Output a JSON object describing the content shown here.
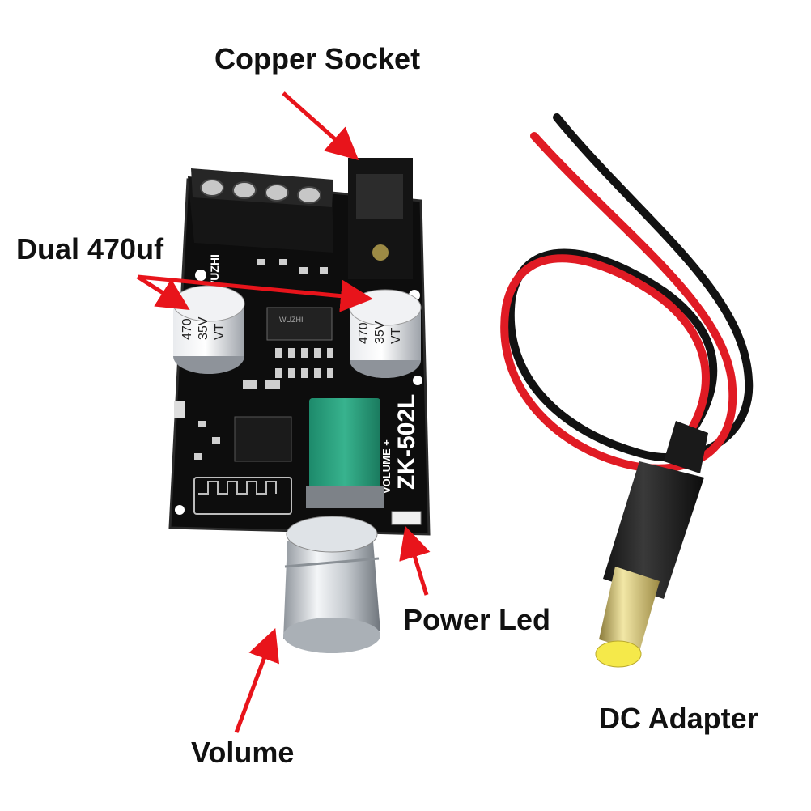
{
  "labels": {
    "copper_socket": "Copper Socket",
    "dual_cap": "Dual 470uf",
    "power_led": "Power Led",
    "volume": "Volume",
    "dc_adapter": "DC Adapter"
  },
  "board": {
    "model": "ZK-502L",
    "volume_mark": "VOLUME +",
    "brand": "WUZHI",
    "chip_text": "WUZHI",
    "capacitor_left": {
      "value": "470",
      "voltage": "35V",
      "series": "VT"
    },
    "capacitor_right": {
      "value": "470",
      "voltage": "35V",
      "series": "VT"
    }
  },
  "colors": {
    "arrow": "#e8141b",
    "pcb": "#0d0d0d",
    "pot": "#2a9d7c",
    "knob": "#c9cdd2",
    "wire_red": "#e01b24",
    "wire_black": "#121212"
  }
}
